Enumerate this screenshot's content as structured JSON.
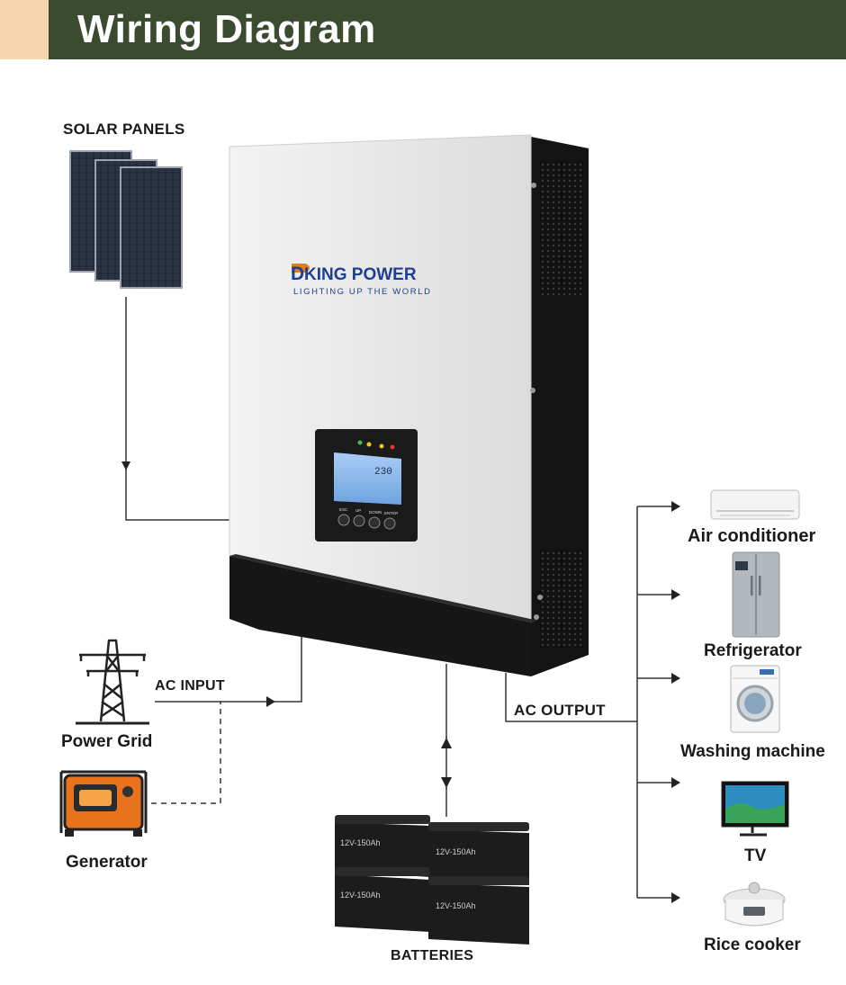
{
  "header": {
    "title": "Wiring Diagram"
  },
  "inverter": {
    "brand": "KING POWER",
    "brand_prefix": "D",
    "tagline": "LIGHTING UP THE WORLD",
    "lcd_readout": "230",
    "buttons": [
      "ESC",
      "UP",
      "DOWN",
      "ENTER"
    ]
  },
  "sources": {
    "solar_label": "SOLAR PANELS",
    "grid_label": "Power Grid",
    "generator_label": "Generator",
    "ac_input_label": "AC INPUT"
  },
  "storage": {
    "batteries_label": "BATTERIES",
    "battery_rating": "12V-150Ah"
  },
  "loads": {
    "ac_output_label": "AC OUTPUT",
    "items": [
      {
        "label": "Air conditioner",
        "icon": "air-conditioner-icon"
      },
      {
        "label": "Refrigerator",
        "icon": "refrigerator-icon"
      },
      {
        "label": "Washing machine",
        "icon": "washing-machine-icon"
      },
      {
        "label": "TV",
        "icon": "tv-icon"
      },
      {
        "label": "Rice cooker",
        "icon": "rice-cooker-icon"
      }
    ]
  },
  "colors": {
    "header_bg": "#3a4b2f",
    "header_accent": "#f6d6ad",
    "brand_blue": "#1f3f8f",
    "brand_orange": "#e27a1e",
    "lcd_blue": "#7fb2ea"
  }
}
